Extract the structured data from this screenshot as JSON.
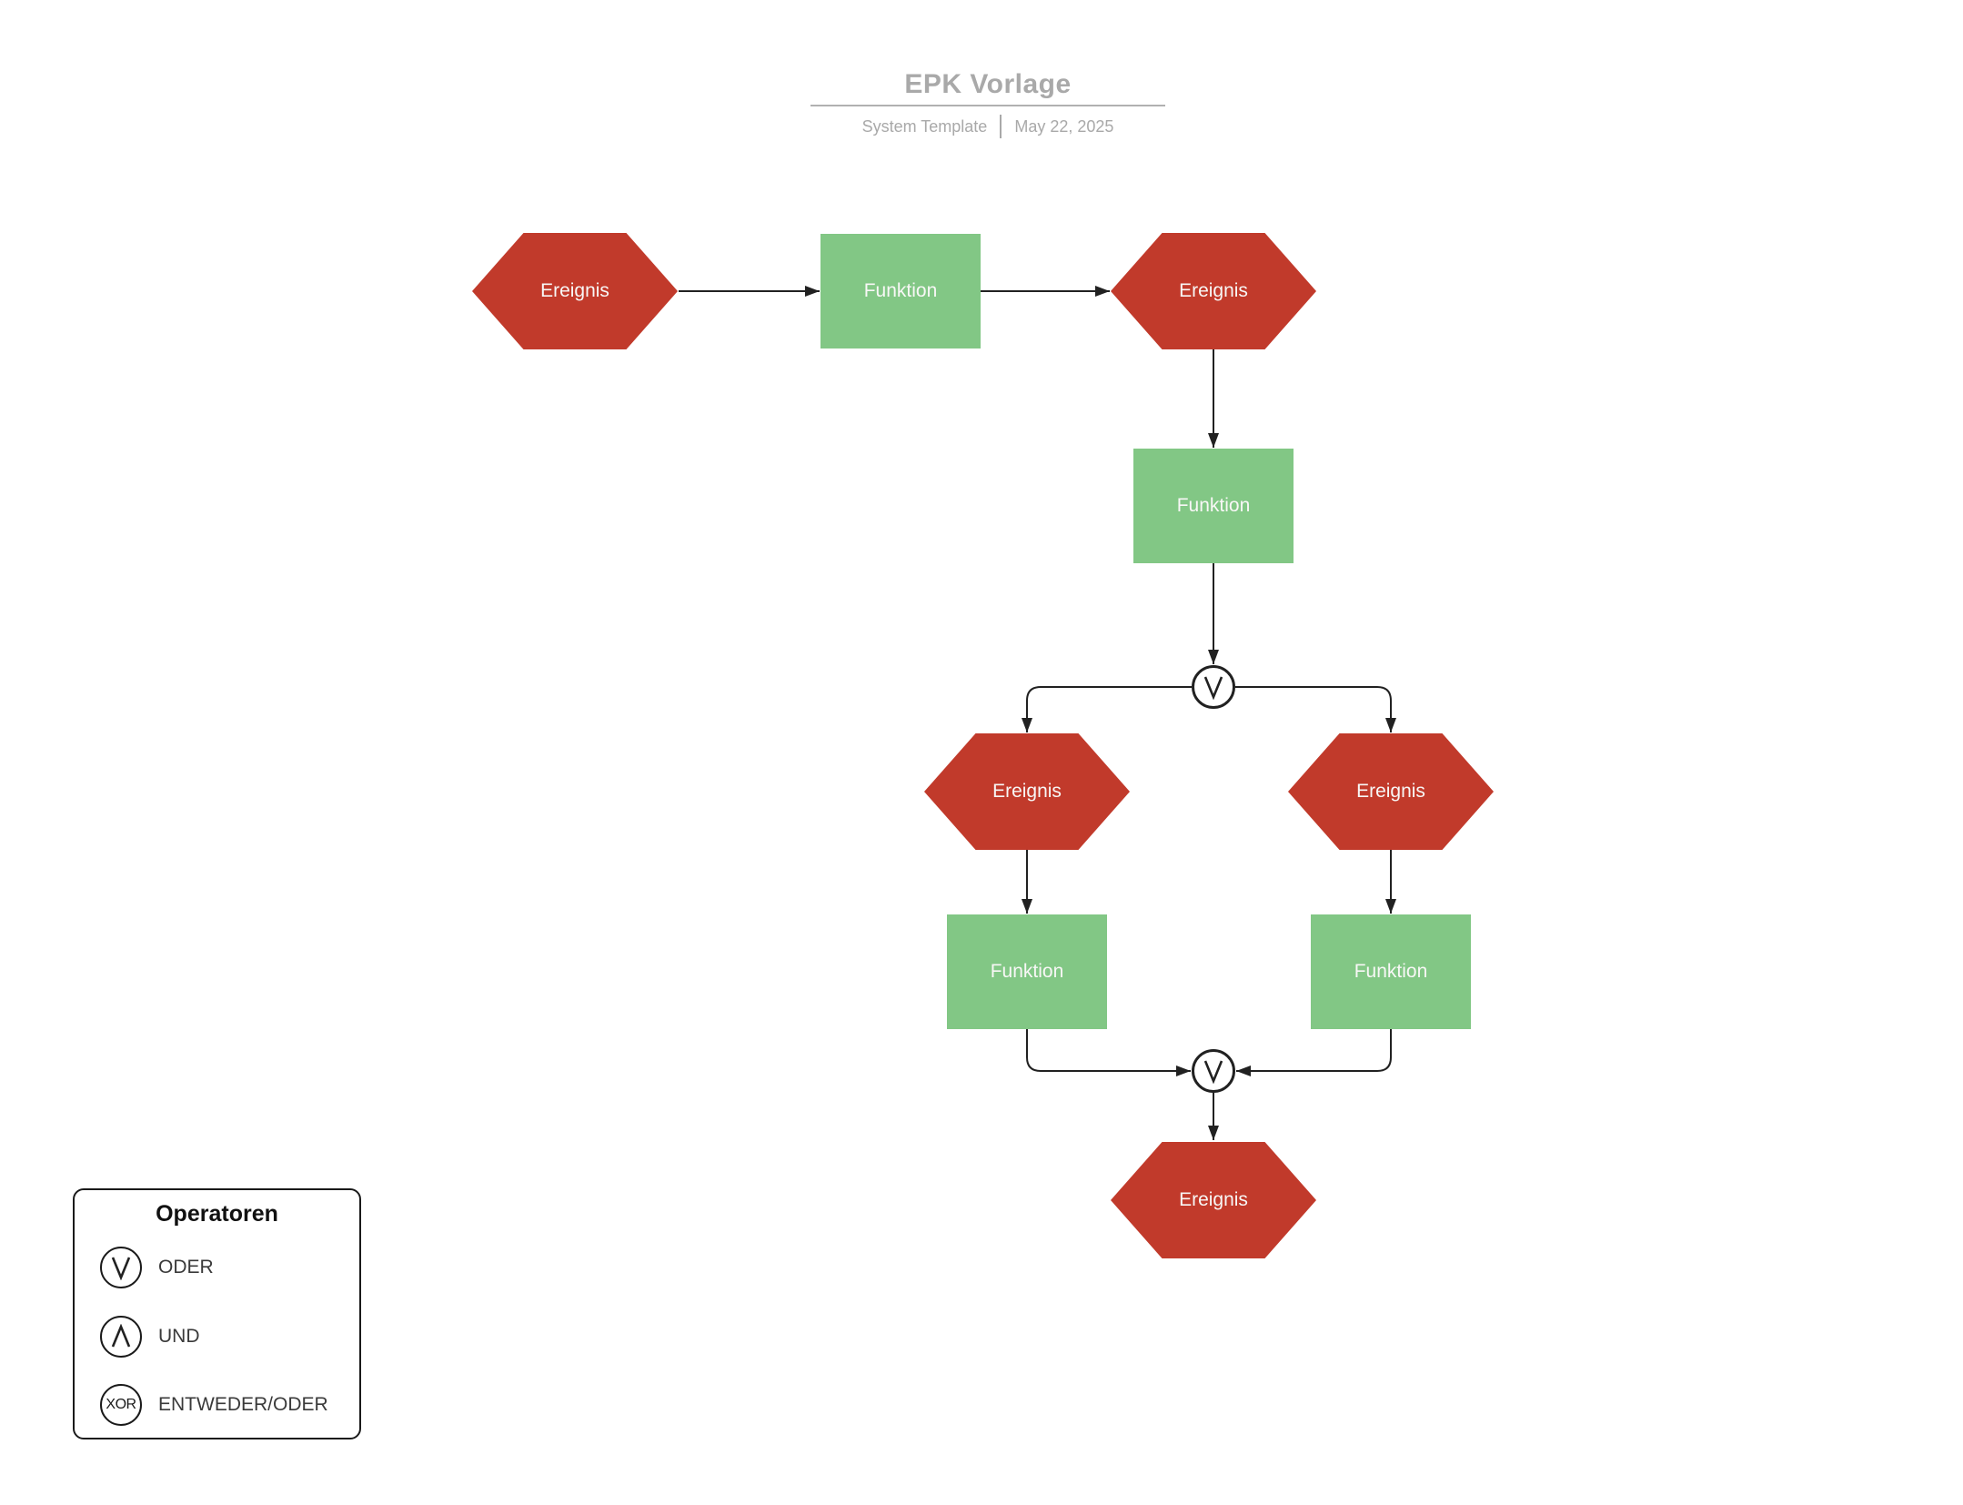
{
  "header": {
    "title": "EPK Vorlage",
    "subtitle_left": "System Template",
    "subtitle_right": "May 22, 2025"
  },
  "nodes": {
    "e1": {
      "type": "event",
      "label": "Ereignis"
    },
    "f1": {
      "type": "function",
      "label": "Funktion"
    },
    "e2": {
      "type": "event",
      "label": "Ereignis"
    },
    "f2": {
      "type": "function",
      "label": "Funktion"
    },
    "or1": {
      "type": "or-operator",
      "symbol": "or"
    },
    "e3": {
      "type": "event",
      "label": "Ereignis"
    },
    "e4": {
      "type": "event",
      "label": "Ereignis"
    },
    "f3": {
      "type": "function",
      "label": "Funktion"
    },
    "f4": {
      "type": "function",
      "label": "Funktion"
    },
    "or2": {
      "type": "or-operator",
      "symbol": "or"
    },
    "e5": {
      "type": "event",
      "label": "Ereignis"
    }
  },
  "legend": {
    "title": "Operatoren",
    "xor_text": "XOR",
    "items": [
      {
        "symbol": "or",
        "label": "ODER"
      },
      {
        "symbol": "and",
        "label": "UND"
      },
      {
        "symbol": "xor",
        "label": "ENTWEDER/ODER"
      }
    ]
  },
  "colors": {
    "event_red": "#c13a2b",
    "function_green": "#82c785",
    "line_black": "#212121",
    "header_gray": "#a9a9a9",
    "underline_gray": "#b1b1b1",
    "legend_text": "#3a3a3a",
    "node_text": "#f8f7f6",
    "background": "#ffffff"
  }
}
